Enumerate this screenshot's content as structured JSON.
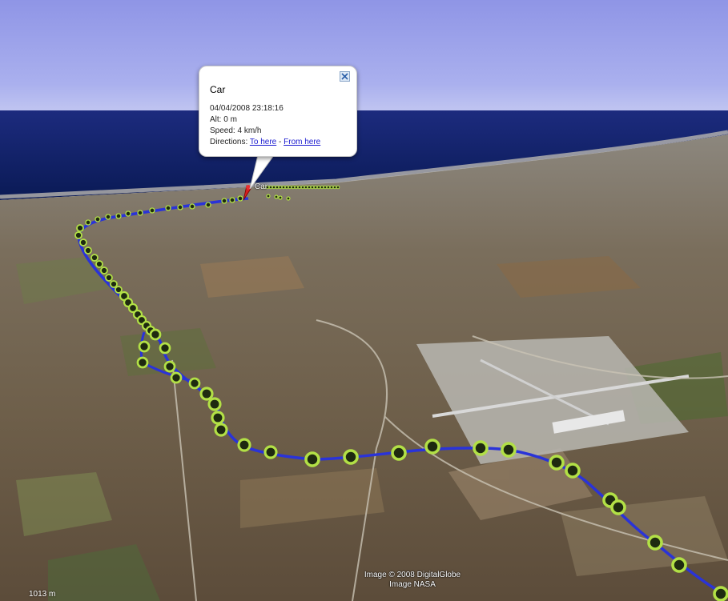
{
  "popup": {
    "title": "Car",
    "timestamp": "04/04/2008 23:18:16",
    "altitude": "Alt: 0 m",
    "speed": "Speed: 4 km/h",
    "directions_label": "Directions:",
    "to_here": "To here",
    "separator": "-",
    "from_here": "From here"
  },
  "placemark_label": "Car",
  "credits": {
    "line1": "Image © 2008 DigitalGlobe",
    "line2": "Image NASA"
  },
  "scale_label": "1013 m",
  "colors": {
    "sky_top": "#9ea3e8",
    "sea": "#0b1a6b",
    "track": "#2a33d8",
    "waypoint": "#b2e046",
    "placemark": "#d62020"
  },
  "icons": {
    "close": "close-icon",
    "placemark": "pushpin-icon",
    "waypoint": "waypoint-icon"
  }
}
